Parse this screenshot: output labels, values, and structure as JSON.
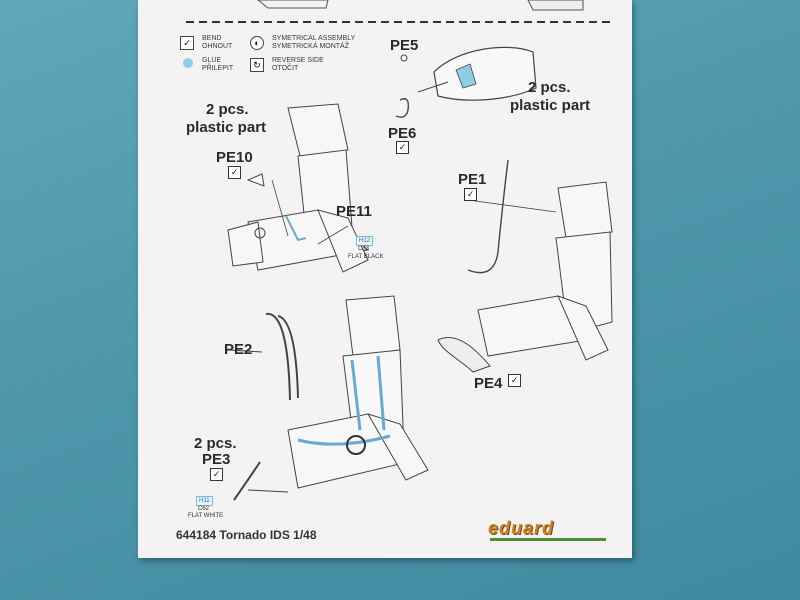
{
  "legend": {
    "bend": "BEND\nOHNOUT",
    "sym": "SYMETRICAL ASSEMBLY\nSYMETRICKÁ MONTÁŽ",
    "glue": "GLUE\nPŘILEPIT",
    "reverse": "REVERSE SIDE\nOTOČIT"
  },
  "labels": {
    "pe5": "PE5",
    "pe6": "PE6",
    "pe10": "PE10",
    "pe11": "PE11",
    "pe1": "PE1",
    "pe2": "PE2",
    "pe3": "PE3",
    "pe4": "PE4",
    "twopcs": "2 pcs.",
    "plastic_part": "plastic part",
    "pcs_left": "2 pcs.",
    "plastic_left": "plastic part",
    "pcs_pe3": "2 pcs."
  },
  "codes": {
    "h12": "H12",
    "c33": "C33",
    "flat_black": "FLAT BLACK",
    "h11": "H11",
    "c62": "C62",
    "flat_white": "FLAT WHITE"
  },
  "footer": {
    "text": "644184 Tornado IDS 1/48"
  },
  "brand": {
    "name": "eduard"
  },
  "icons": {
    "check": "✓"
  },
  "colors": {
    "paper": "#f3f3f4",
    "background": "#4e97ab",
    "accent_blue": "#8fcde6"
  }
}
